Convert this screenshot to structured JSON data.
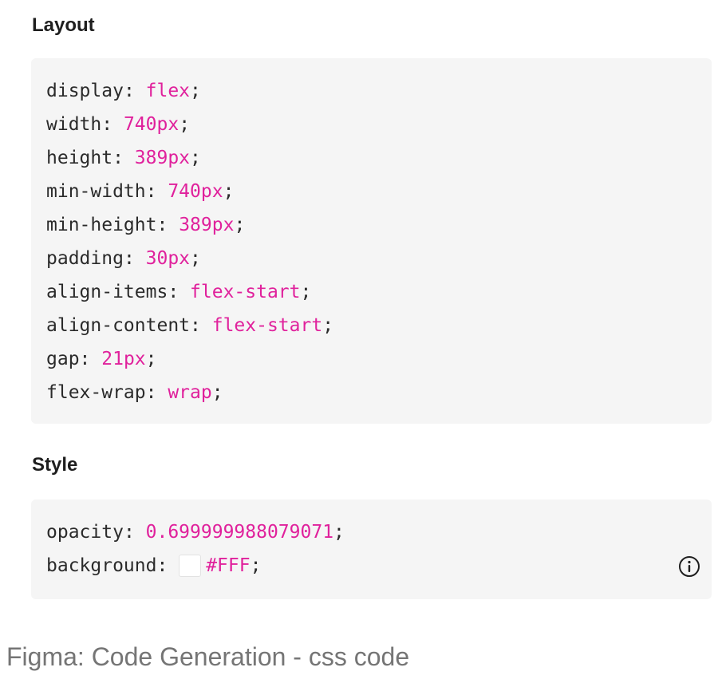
{
  "layout": {
    "title": "Layout",
    "lines": [
      {
        "prop": "display",
        "value": "flex"
      },
      {
        "prop": "width",
        "value": "740px"
      },
      {
        "prop": "height",
        "value": "389px"
      },
      {
        "prop": "min-width",
        "value": "740px"
      },
      {
        "prop": "min-height",
        "value": "389px"
      },
      {
        "prop": "padding",
        "value": "30px"
      },
      {
        "prop": "align-items",
        "value": "flex-start"
      },
      {
        "prop": "align-content",
        "value": "flex-start"
      },
      {
        "prop": "gap",
        "value": "21px"
      },
      {
        "prop": "flex-wrap",
        "value": "wrap"
      }
    ]
  },
  "style": {
    "title": "Style",
    "lines": [
      {
        "prop": "opacity",
        "value": "0.699999988079071"
      },
      {
        "prop": "background",
        "value": "#FFF",
        "swatch_color": "#FFFFFF"
      }
    ],
    "info_icon": "info-circle-icon"
  },
  "caption": "Figma: Code Generation - css code",
  "colors": {
    "value_color": "#E0219C",
    "text_color": "#2B2B2B",
    "block_background": "#F5F5F5"
  }
}
